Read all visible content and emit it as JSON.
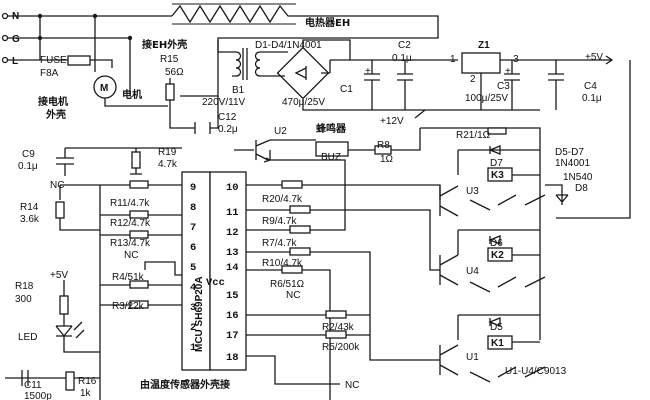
{
  "colors": {
    "ink": "#1a1a1a",
    "paper": "#ffffff"
  },
  "mains": {
    "n": "N",
    "g": "G",
    "l": "L"
  },
  "heater": {
    "label": "电热器EH",
    "case_label": "接EH外壳"
  },
  "fuse": {
    "name": "FUSE",
    "value": "F8A"
  },
  "motor": {
    "symbol": "M",
    "label": "电机",
    "case_label_1": "接电机",
    "case_label_2": "外壳"
  },
  "r15": {
    "name": "R15",
    "value": "56Ω"
  },
  "b1": {
    "name": "B1",
    "value": "220V/11V"
  },
  "bridge": {
    "label": "D1-D4/1N4001"
  },
  "c1": {
    "name": "C1",
    "value": "470μ/25V"
  },
  "c2": {
    "name": "C2",
    "value": "0.1μ"
  },
  "z1": {
    "name": "Z1",
    "pin1": "1",
    "pin2": "2",
    "pin3": "3"
  },
  "c3": {
    "name": "C3",
    "value": "100μ/25V"
  },
  "c4": {
    "name": "C4",
    "value": "0.1μ"
  },
  "vcc_out": "+5V",
  "c12": {
    "name": "C12",
    "value": "0.2μ"
  },
  "u2": {
    "name": "U2"
  },
  "buzzer": {
    "label": "蜂鸣器",
    "symbol": "BUZ"
  },
  "r8": {
    "name": "R8",
    "value": "1Ω"
  },
  "plus12": "+12V",
  "r21": {
    "label": "R21/1Ω"
  },
  "d5d7": {
    "label": "D5-D7",
    "part": "1N4001"
  },
  "d7": "D7",
  "d6": "D6",
  "d5": "D5",
  "k3": "K3",
  "k2": "K2",
  "k1": "K1",
  "d8": {
    "part": "1N540",
    "name": "D8"
  },
  "u3": "U3",
  "u4": "U4",
  "u1": "U1",
  "transistors": "U1-U4/C9013",
  "c9": {
    "name": "C9",
    "value": "0.1μ",
    "nc": "NC"
  },
  "r19": {
    "name": "R19",
    "value": "4.7k"
  },
  "r14": {
    "name": "R14",
    "value": "3.6k"
  },
  "left_resistors": [
    "R11/4.7k",
    "R12/4.7k",
    "R13/4.7k"
  ],
  "nc": "NC",
  "r4": "R4/51k",
  "r3": "R3/22k",
  "r18": {
    "name": "R18",
    "value": "300",
    "supply": "+5V"
  },
  "led": "LED",
  "c11": {
    "name": "C11",
    "value": "1500p"
  },
  "r16": {
    "name": "R16",
    "value": "1k"
  },
  "mcu": {
    "name": "MCU SH69P20A",
    "vcc": "Vcc"
  },
  "pins_left": [
    "9",
    "8",
    "7",
    "6",
    "5",
    "4",
    "3",
    "2",
    "1"
  ],
  "pins_right": [
    "10",
    "11",
    "12",
    "13",
    "14",
    "15",
    "16",
    "17",
    "18"
  ],
  "right_resistors": [
    "R20/4.7k",
    "R9/4.7k",
    "R7/4.7k",
    "R10/4.7k",
    "R6/51Ω"
  ],
  "r2": "R2/43k",
  "r5": "R5/200k",
  "sensor_label": "由温度传感器外壳接"
}
